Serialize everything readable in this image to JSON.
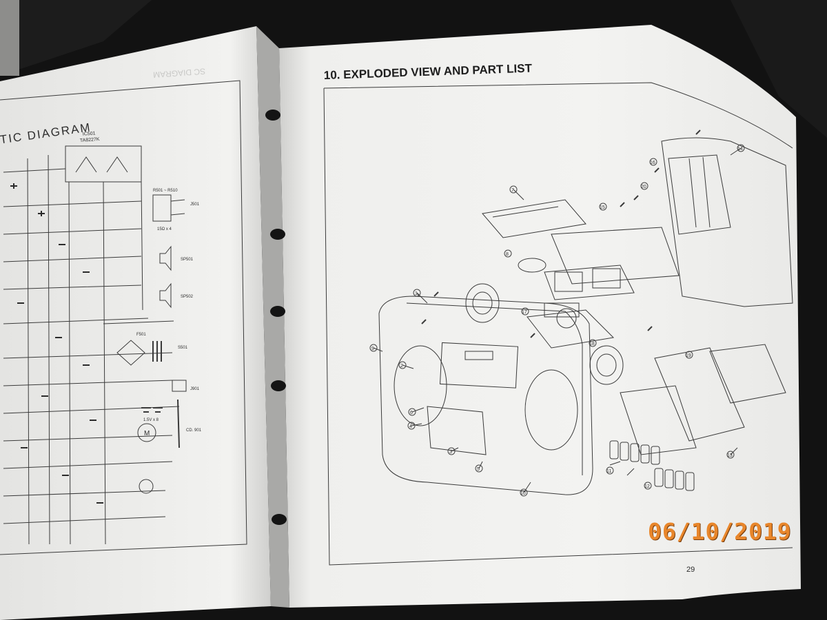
{
  "left_page": {
    "heading": "TIC DIAGRAM",
    "mirrored_header": "SC DIAGRAM",
    "ic_label": "IC501",
    "ic_part": "TA8227K",
    "resistor_range": "R501 ~ R510",
    "jack_label": "J501",
    "resistor_value": "15Ω x 4",
    "speaker_1": "SP501",
    "speaker_2": "SP502",
    "fuse_label": "F501",
    "switch_label": "S501",
    "power_jack": "J901",
    "battery_label": "1.5V x 8",
    "motor_label": "M",
    "cord_label": "CD. 901"
  },
  "right_page": {
    "section_title": "10. EXPLODED VIEW AND PART LIST",
    "page_number": "29",
    "callouts": [
      "1",
      "2",
      "3",
      "4",
      "5",
      "6",
      "7",
      "8",
      "9",
      "10",
      "11",
      "12",
      "13",
      "14",
      "15",
      "16",
      "17",
      "18",
      "19",
      "20"
    ]
  },
  "date_stamp": "06/10/2019",
  "colors": {
    "background": "#121212",
    "paper": "#f2f2f0",
    "ink": "#2a2a2a",
    "stamp": "#e8862b"
  }
}
